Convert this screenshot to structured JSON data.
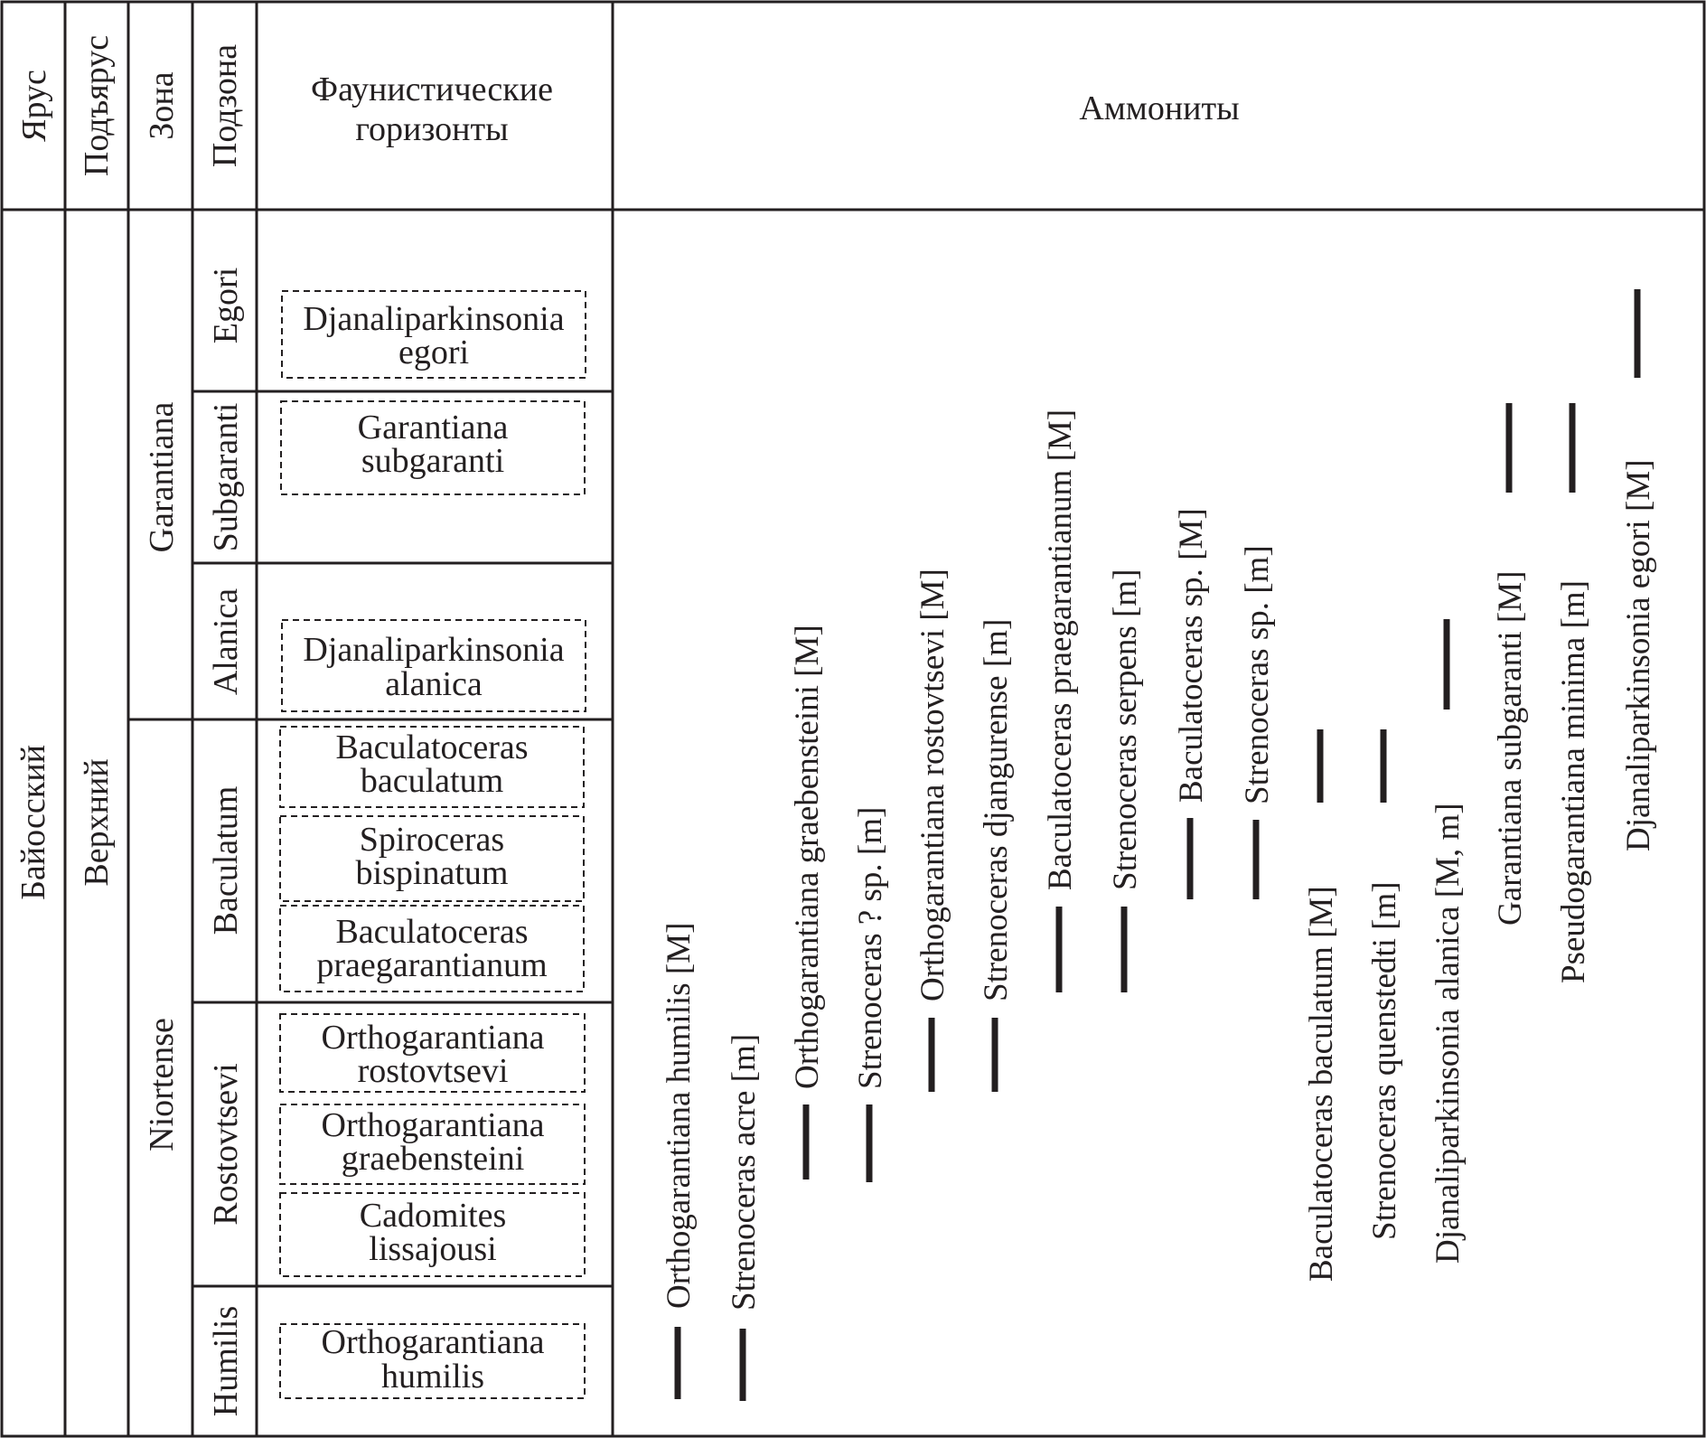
{
  "headers": {
    "stage": "Ярус",
    "substage": "Подъярус",
    "zone": "Зона",
    "subzone": "Подзона",
    "horizons": [
      "Фаунистические",
      "горизонты"
    ],
    "ammonites": "Аммониты"
  },
  "stage": "Байосский",
  "substage": "Верхний",
  "zones": [
    "Garantiana",
    "Niortense"
  ],
  "subzones": [
    "Egori",
    "Subgaranti",
    "Alanica",
    "Baculatum",
    "Rostovtsevi",
    "Humilis"
  ],
  "horizons": [
    [
      "Djanaliparkinsonia",
      "egori"
    ],
    [
      "Garantiana",
      "subgaranti"
    ],
    [
      "Djanaliparkinsonia",
      "alanica"
    ],
    [
      "Baculatoceras",
      "baculatum"
    ],
    [
      "Spiroceras",
      "bispinatum"
    ],
    [
      "Baculatoceras",
      "praegarantianum"
    ],
    [
      "Orthogarantiana",
      "rostovtsevi"
    ],
    [
      "Orthogarantiana",
      "graebensteini"
    ],
    [
      "Cadomites",
      "lissajousi"
    ],
    [
      "Orthogarantiana",
      "humilis"
    ]
  ],
  "ammonites": [
    "Orthogarantiana humilis [M]",
    "Strenoceras acre [m]",
    "Orthogarantiana graebensteini [M]",
    "Strenoceras ? sp. [m]",
    "Orthogarantiana rostovtsevi [M]",
    "Strenoceras djangurense [m]",
    "Baculatoceras praegarantianum [M]",
    "Strenoceras serpens [m]",
    "Baculatoceras sp. [M]",
    "Strenoceras sp. [m]",
    "Baculatoceras baculatum [M]",
    "Strenoceras quenstedti [m]",
    "Djanaliparkinsonia alanica [M, m]",
    "Garantiana subgaranti [M]",
    "Pseudogarantiana minima [m]",
    "Djanaliparkinsonia egori [M]"
  ]
}
